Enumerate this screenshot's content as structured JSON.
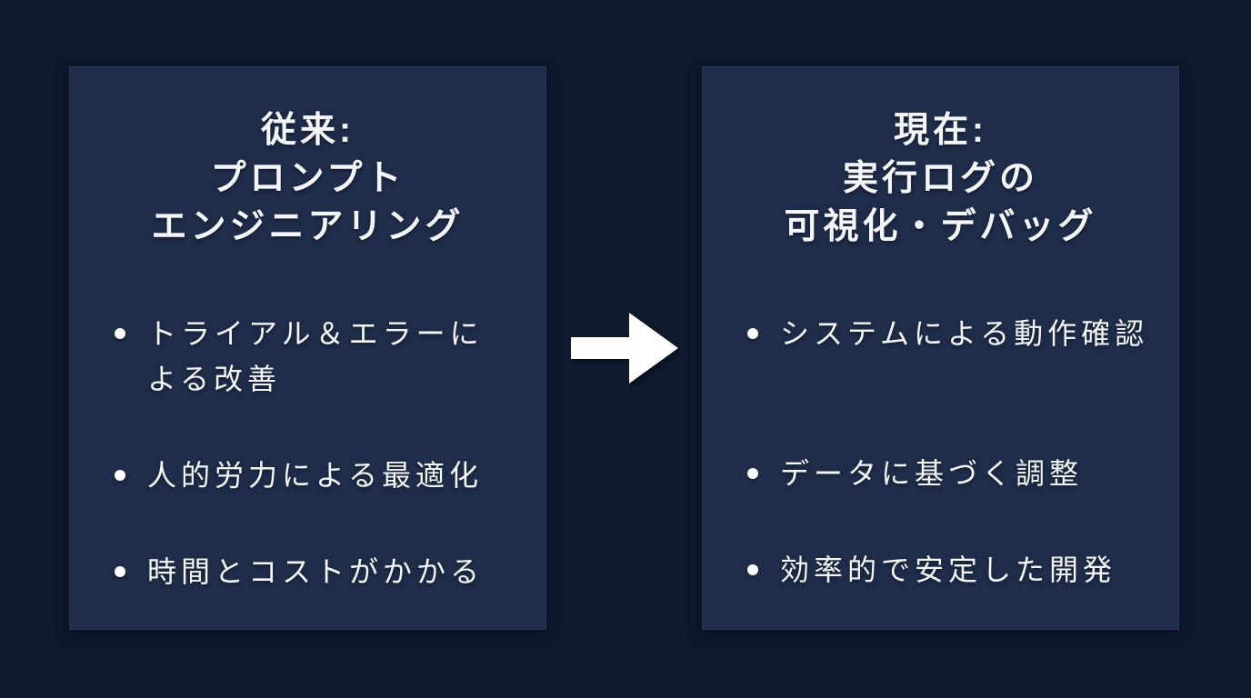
{
  "left_panel": {
    "title_lines": [
      "従来:",
      "プロンプト",
      "エンジニアリング"
    ],
    "bullets": [
      "トライアル＆エラーによる改善",
      "人的労力による最適化",
      "時間とコストがかかる"
    ]
  },
  "right_panel": {
    "title_lines": [
      "現在:",
      "実行ログの",
      "可視化・デバッグ"
    ],
    "bullets": [
      "システムによる動作確認",
      "データに基づく調整",
      "効率的で安定した開発"
    ]
  },
  "arrow": {
    "icon": "right-block-arrow",
    "direction": "right",
    "color": "#ffffff"
  },
  "colors": {
    "background": "#0e192e",
    "panel": "#1f2d4b",
    "text": "#f4f6f9",
    "bullet": "#ffffff"
  }
}
